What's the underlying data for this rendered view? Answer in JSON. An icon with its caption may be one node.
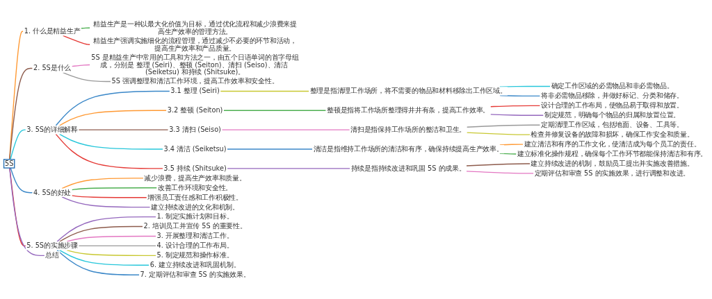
{
  "diagram": {
    "nodes": [
      {
        "text": [
          "5S"
        ]
      },
      {
        "text": [
          "1. 什么是精益生产"
        ]
      },
      {
        "text": [
          "精益生产是一种以最大化价值为目标，通过优化流程和减少浪费来提高生产效率的管理方法。"
        ]
      },
      {
        "text": [
          "精益生产强调实施细化的流程管理，通过减少不必要的环节和活动，提高生产效率和产品质量。"
        ]
      },
      {
        "text": [
          "2. 5S是什么"
        ]
      },
      {
        "text": [
          "5S 是精益生产中常用的工具和方法之一，由五个日语单词的首字母组成，分别是 整理 (Seiri)、整顿 (Seiton)、清扫 (Seiso)、清洁 (Seiketsu) 和持续 (Shitsuke)。"
        ]
      },
      {
        "text": [
          "5S 强调整理和清洁工作环境，提高工作效率和安全性。"
        ]
      },
      {
        "text": [
          "3. 5S的详细解释"
        ]
      },
      {
        "text": [
          "3.1 整理 (Seiri)"
        ]
      },
      {
        "text": [
          "整理是指清理工作场所，将不需要的物品和材料移除出工作区域。"
        ]
      },
      {
        "text": [
          "确定工作区域的必需物品和非必需物品。"
        ]
      },
      {
        "text": [
          "将非必需物品移除，并做好标记、分类和储存。"
        ]
      },
      {
        "text": [
          "3.2 整顿 (Seiton)"
        ]
      },
      {
        "text": [
          "整顿是指将工作场所整理得井井有条，提高工作效率。"
        ]
      },
      {
        "text": [
          "设计合理的工作布局，使物品易于取得和放置。"
        ]
      },
      {
        "text": [
          "制定规范，明确每个物品的归属和放置位置。"
        ]
      },
      {
        "text": [
          "3.3 清扫 (Seiso)"
        ]
      },
      {
        "text": [
          "清扫是指保持工作场所的整洁和卫生。"
        ]
      },
      {
        "text": [
          "定期清理工作区域，包括地面、设备、工具等。"
        ]
      },
      {
        "text": [
          "检查并修复设备的故障和损坏，确保工作安全和质量。"
        ]
      },
      {
        "text": [
          "3.4 清洁 (Seiketsu)"
        ]
      },
      {
        "text": [
          "清洁是指维持工作场所的清洁和有序，确保持续提高生产效率。"
        ]
      },
      {
        "text": [
          "建立清洁和有序的工作文化，使清洁成为每个员工的责任。"
        ]
      },
      {
        "text": [
          "建立标准化操作规程，确保每个工作环节都能保持清洁和有序。"
        ]
      },
      {
        "text": [
          "3.5 持续 (Shitsuke)"
        ]
      },
      {
        "text": [
          "持续是指持续改进和巩固 5S 的成果。"
        ]
      },
      {
        "text": [
          "建立持续改进的机制，鼓励员工提出并实施改善措施。"
        ]
      },
      {
        "text": [
          "定期评估和审查 5S 的实施效果，进行调整和改进。"
        ]
      },
      {
        "text": [
          "4. 5S的好处"
        ]
      },
      {
        "text": [
          "减少浪费，提高生产效率和质量。"
        ]
      },
      {
        "text": [
          "改善工作环境和安全性。"
        ]
      },
      {
        "text": [
          "增强员工责任感和工作积极性。"
        ]
      },
      {
        "text": [
          "建立持续改进的文化和机制。"
        ]
      },
      {
        "text": [
          "5. 5S的实施步骤"
        ]
      },
      {
        "text": [
          "1. 制定实施计划和目标。"
        ]
      },
      {
        "text": [
          "2. 培训员工并宣传 5S 的重要性。"
        ]
      },
      {
        "text": [
          "3. 开展整理和清洁工作。"
        ]
      },
      {
        "text": [
          "4. 设计合理的工作布局。"
        ]
      },
      {
        "text": [
          "5. 制定规范和操作标准。"
        ]
      },
      {
        "text": [
          "6. 建立持续改进和巩固机制。"
        ]
      },
      {
        "text": [
          "7. 定期评估和审查 5S 的实施效果。"
        ]
      },
      {
        "text": [
          "总结"
        ]
      }
    ],
    "edges": [
      {
        "from": 0,
        "to": 1,
        "arrow": "none",
        "color": "#ff9933"
      },
      {
        "from": 1,
        "to": 2,
        "arrow": "none",
        "color": "#4caf50"
      },
      {
        "from": 1,
        "to": 3,
        "arrow": "none",
        "color": "#e53935"
      },
      {
        "from": 0,
        "to": 4,
        "arrow": "none",
        "color": "#8d5b4c"
      },
      {
        "from": 4,
        "to": 5,
        "arrow": "none",
        "color": "#e377c2"
      },
      {
        "from": 4,
        "to": 6,
        "arrow": "none",
        "color": "#999999"
      },
      {
        "from": 0,
        "to": 7,
        "arrow": "none",
        "color": "#26c6da"
      },
      {
        "from": 7,
        "to": 8,
        "arrow": "none",
        "color": "#3a87c8"
      },
      {
        "from": 8,
        "to": 9,
        "arrow": "none",
        "color": "#c8c832"
      },
      {
        "from": 9,
        "to": 10,
        "arrow": "none",
        "color": "#26c6da"
      },
      {
        "from": 9,
        "to": 11,
        "arrow": "none",
        "color": "#3a87c8"
      },
      {
        "from": 7,
        "to": 12,
        "arrow": "none",
        "color": "#ff9933"
      },
      {
        "from": 12,
        "to": 13,
        "arrow": "none",
        "color": "#4caf50"
      },
      {
        "from": 13,
        "to": 14,
        "arrow": "none",
        "color": "#e53935"
      },
      {
        "from": 13,
        "to": 15,
        "arrow": "none",
        "color": "#9467bd"
      },
      {
        "from": 7,
        "to": 16,
        "arrow": "none",
        "color": "#8d5b4c"
      },
      {
        "from": 16,
        "to": 17,
        "arrow": "none",
        "color": "#e377c2"
      },
      {
        "from": 17,
        "to": 18,
        "arrow": "none",
        "color": "#999999"
      },
      {
        "from": 17,
        "to": 19,
        "arrow": "none",
        "color": "#c8c832"
      },
      {
        "from": 7,
        "to": 20,
        "arrow": "none",
        "color": "#26c6da"
      },
      {
        "from": 20,
        "to": 21,
        "arrow": "none",
        "color": "#3a87c8"
      },
      {
        "from": 21,
        "to": 22,
        "arrow": "none",
        "color": "#ff9933"
      },
      {
        "from": 21,
        "to": 23,
        "arrow": "none",
        "color": "#4caf50"
      },
      {
        "from": 7,
        "to": 24,
        "arrow": "none",
        "color": "#e53935"
      },
      {
        "from": 24,
        "to": 25,
        "arrow": "none",
        "color": "#9467bd"
      },
      {
        "from": 25,
        "to": 26,
        "arrow": "none",
        "color": "#8d5b4c"
      },
      {
        "from": 25,
        "to": 27,
        "arrow": "none",
        "color": "#e377c2"
      },
      {
        "from": 0,
        "to": 28,
        "arrow": "none",
        "color": "#3a87c8"
      },
      {
        "from": 28,
        "to": 29,
        "arrow": "none",
        "color": "#ff9933"
      },
      {
        "from": 28,
        "to": 30,
        "arrow": "none",
        "color": "#4caf50"
      },
      {
        "from": 28,
        "to": 31,
        "arrow": "none",
        "color": "#e53935"
      },
      {
        "from": 28,
        "to": 32,
        "arrow": "none",
        "color": "#9467bd"
      },
      {
        "from": 0,
        "to": 33,
        "arrow": "none",
        "color": "#e53935"
      },
      {
        "from": 33,
        "to": 34,
        "arrow": "none",
        "color": "#9467bd"
      },
      {
        "from": 33,
        "to": 35,
        "arrow": "none",
        "color": "#8d5b4c"
      },
      {
        "from": 33,
        "to": 36,
        "arrow": "none",
        "color": "#e377c2"
      },
      {
        "from": 33,
        "to": 37,
        "arrow": "none",
        "color": "#999999"
      },
      {
        "from": 33,
        "to": 38,
        "arrow": "none",
        "color": "#c8c832"
      },
      {
        "from": 33,
        "to": 39,
        "arrow": "none",
        "color": "#26c6da"
      },
      {
        "from": 33,
        "to": 40,
        "arrow": "none",
        "color": "#3a87c8"
      },
      {
        "from": 0,
        "to": 41,
        "arrow": "none",
        "color": "#9467bd"
      }
    ]
  }
}
